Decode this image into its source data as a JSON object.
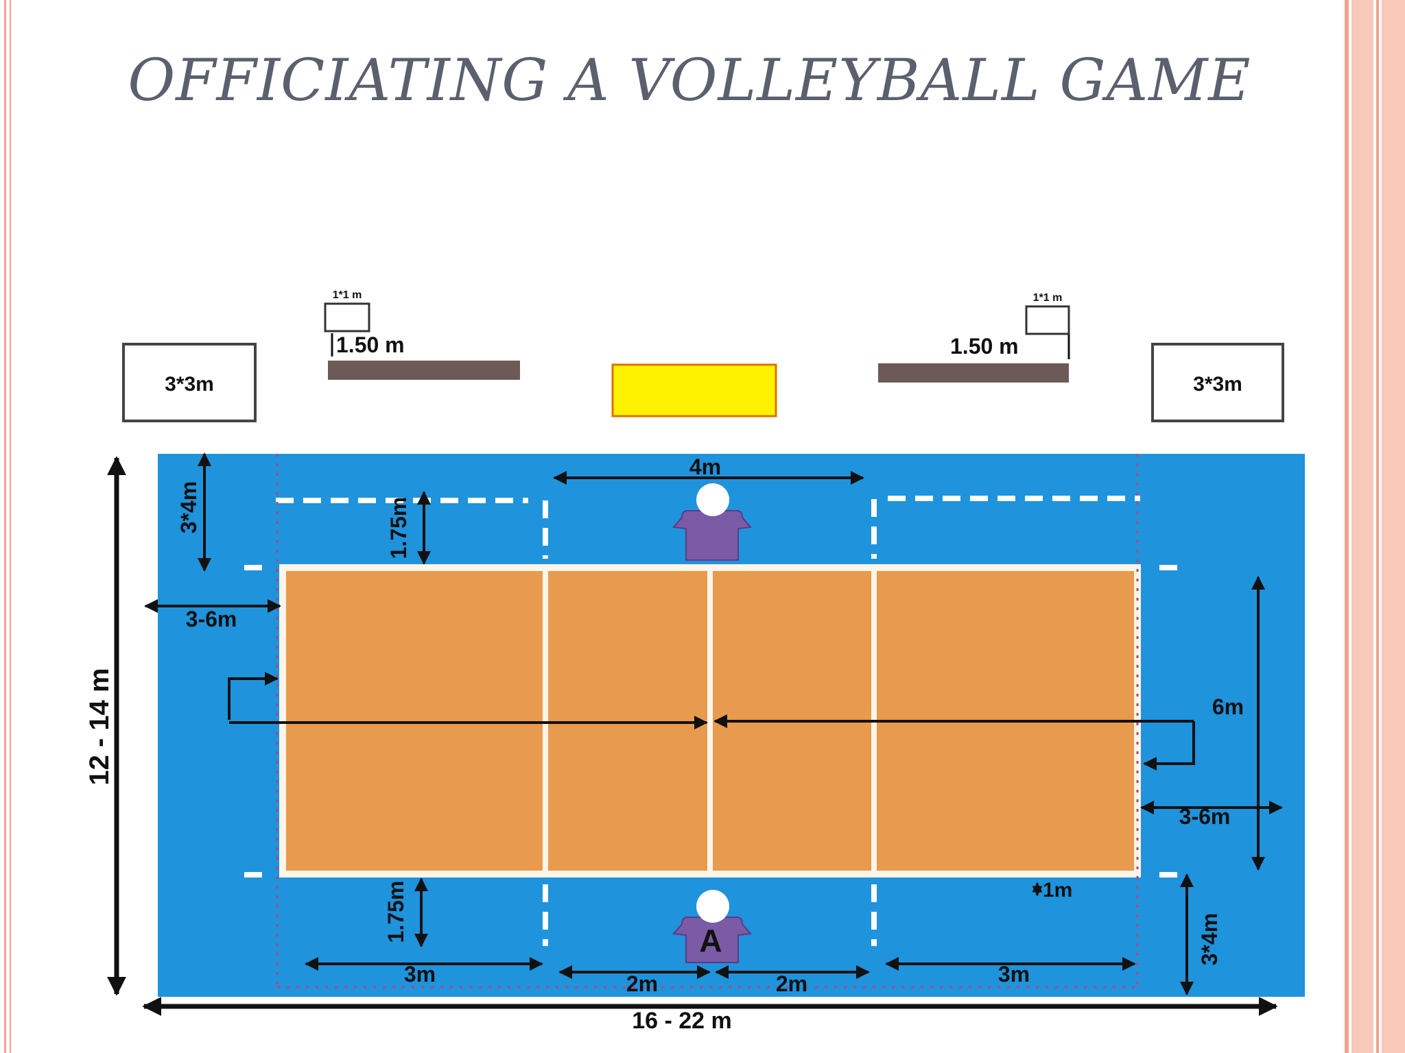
{
  "title": "OFFICIATING A VOLLEYBALL GAME",
  "colors": {
    "title": "#5a606e",
    "frame_pink": "#f2a18d",
    "frame_light": "#f8c8b8",
    "free_zone": "#1f93dc",
    "court": "#e89a4e",
    "court_lines": "#fff5e8",
    "official_table": "#fff200",
    "bench": "#6d5a56",
    "referee": "#7b5aa6",
    "arrows": "#111111"
  },
  "labels": {
    "warmup_size_left": "3*3m",
    "warmup_size_right": "3*3m",
    "bench_length_left": "1.50 m",
    "bench_length_right": "1.50 m",
    "penalty_size_left": "1*1 m",
    "penalty_size_right": "1*1 m",
    "substitution_zone_width": "4m",
    "back_zone_left": "3*4m",
    "back_zone_right": "3*4m",
    "coach_line_top": "1.75m",
    "coach_line_bottom": "1.75m",
    "free_zone_side_left": "3-6m",
    "free_zone_side_right": "3-6m",
    "attack_zone_width": "6m",
    "total_width": "12 - 14 m",
    "total_length": "16 - 22 m",
    "back_zone_bottom_left": "3m",
    "front_zone_left": "2m",
    "front_zone_right": "2m",
    "back_zone_bottom_right": "3m",
    "line_offset": "1m",
    "scorer_letter": "A"
  }
}
